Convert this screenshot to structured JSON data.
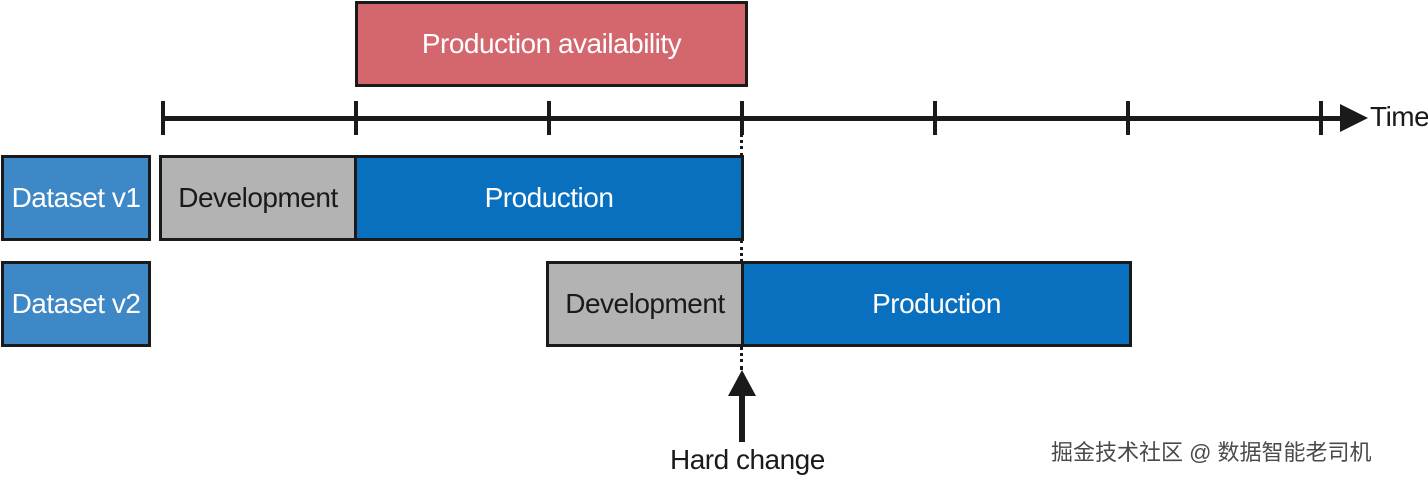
{
  "production_availability": "Production availability",
  "axis_label": "Time",
  "datasets": {
    "v1": {
      "label": "Dataset v1",
      "development": "Development",
      "production": "Production"
    },
    "v2": {
      "label": "Dataset v2",
      "development": "Development",
      "production": "Production"
    }
  },
  "hard_change_label": "Hard change",
  "watermark": "掘金技术社区 @ 数据智能老司机",
  "colors": {
    "availability": "#d4676d",
    "production": "#0870bf",
    "dataset_label": "#3e88c7",
    "development": "#b3b3b3",
    "ink": "#1a1a1a"
  },
  "icons": {
    "axis_arrow": "arrow-right-icon",
    "hard_change_arrow": "arrow-up-icon"
  }
}
